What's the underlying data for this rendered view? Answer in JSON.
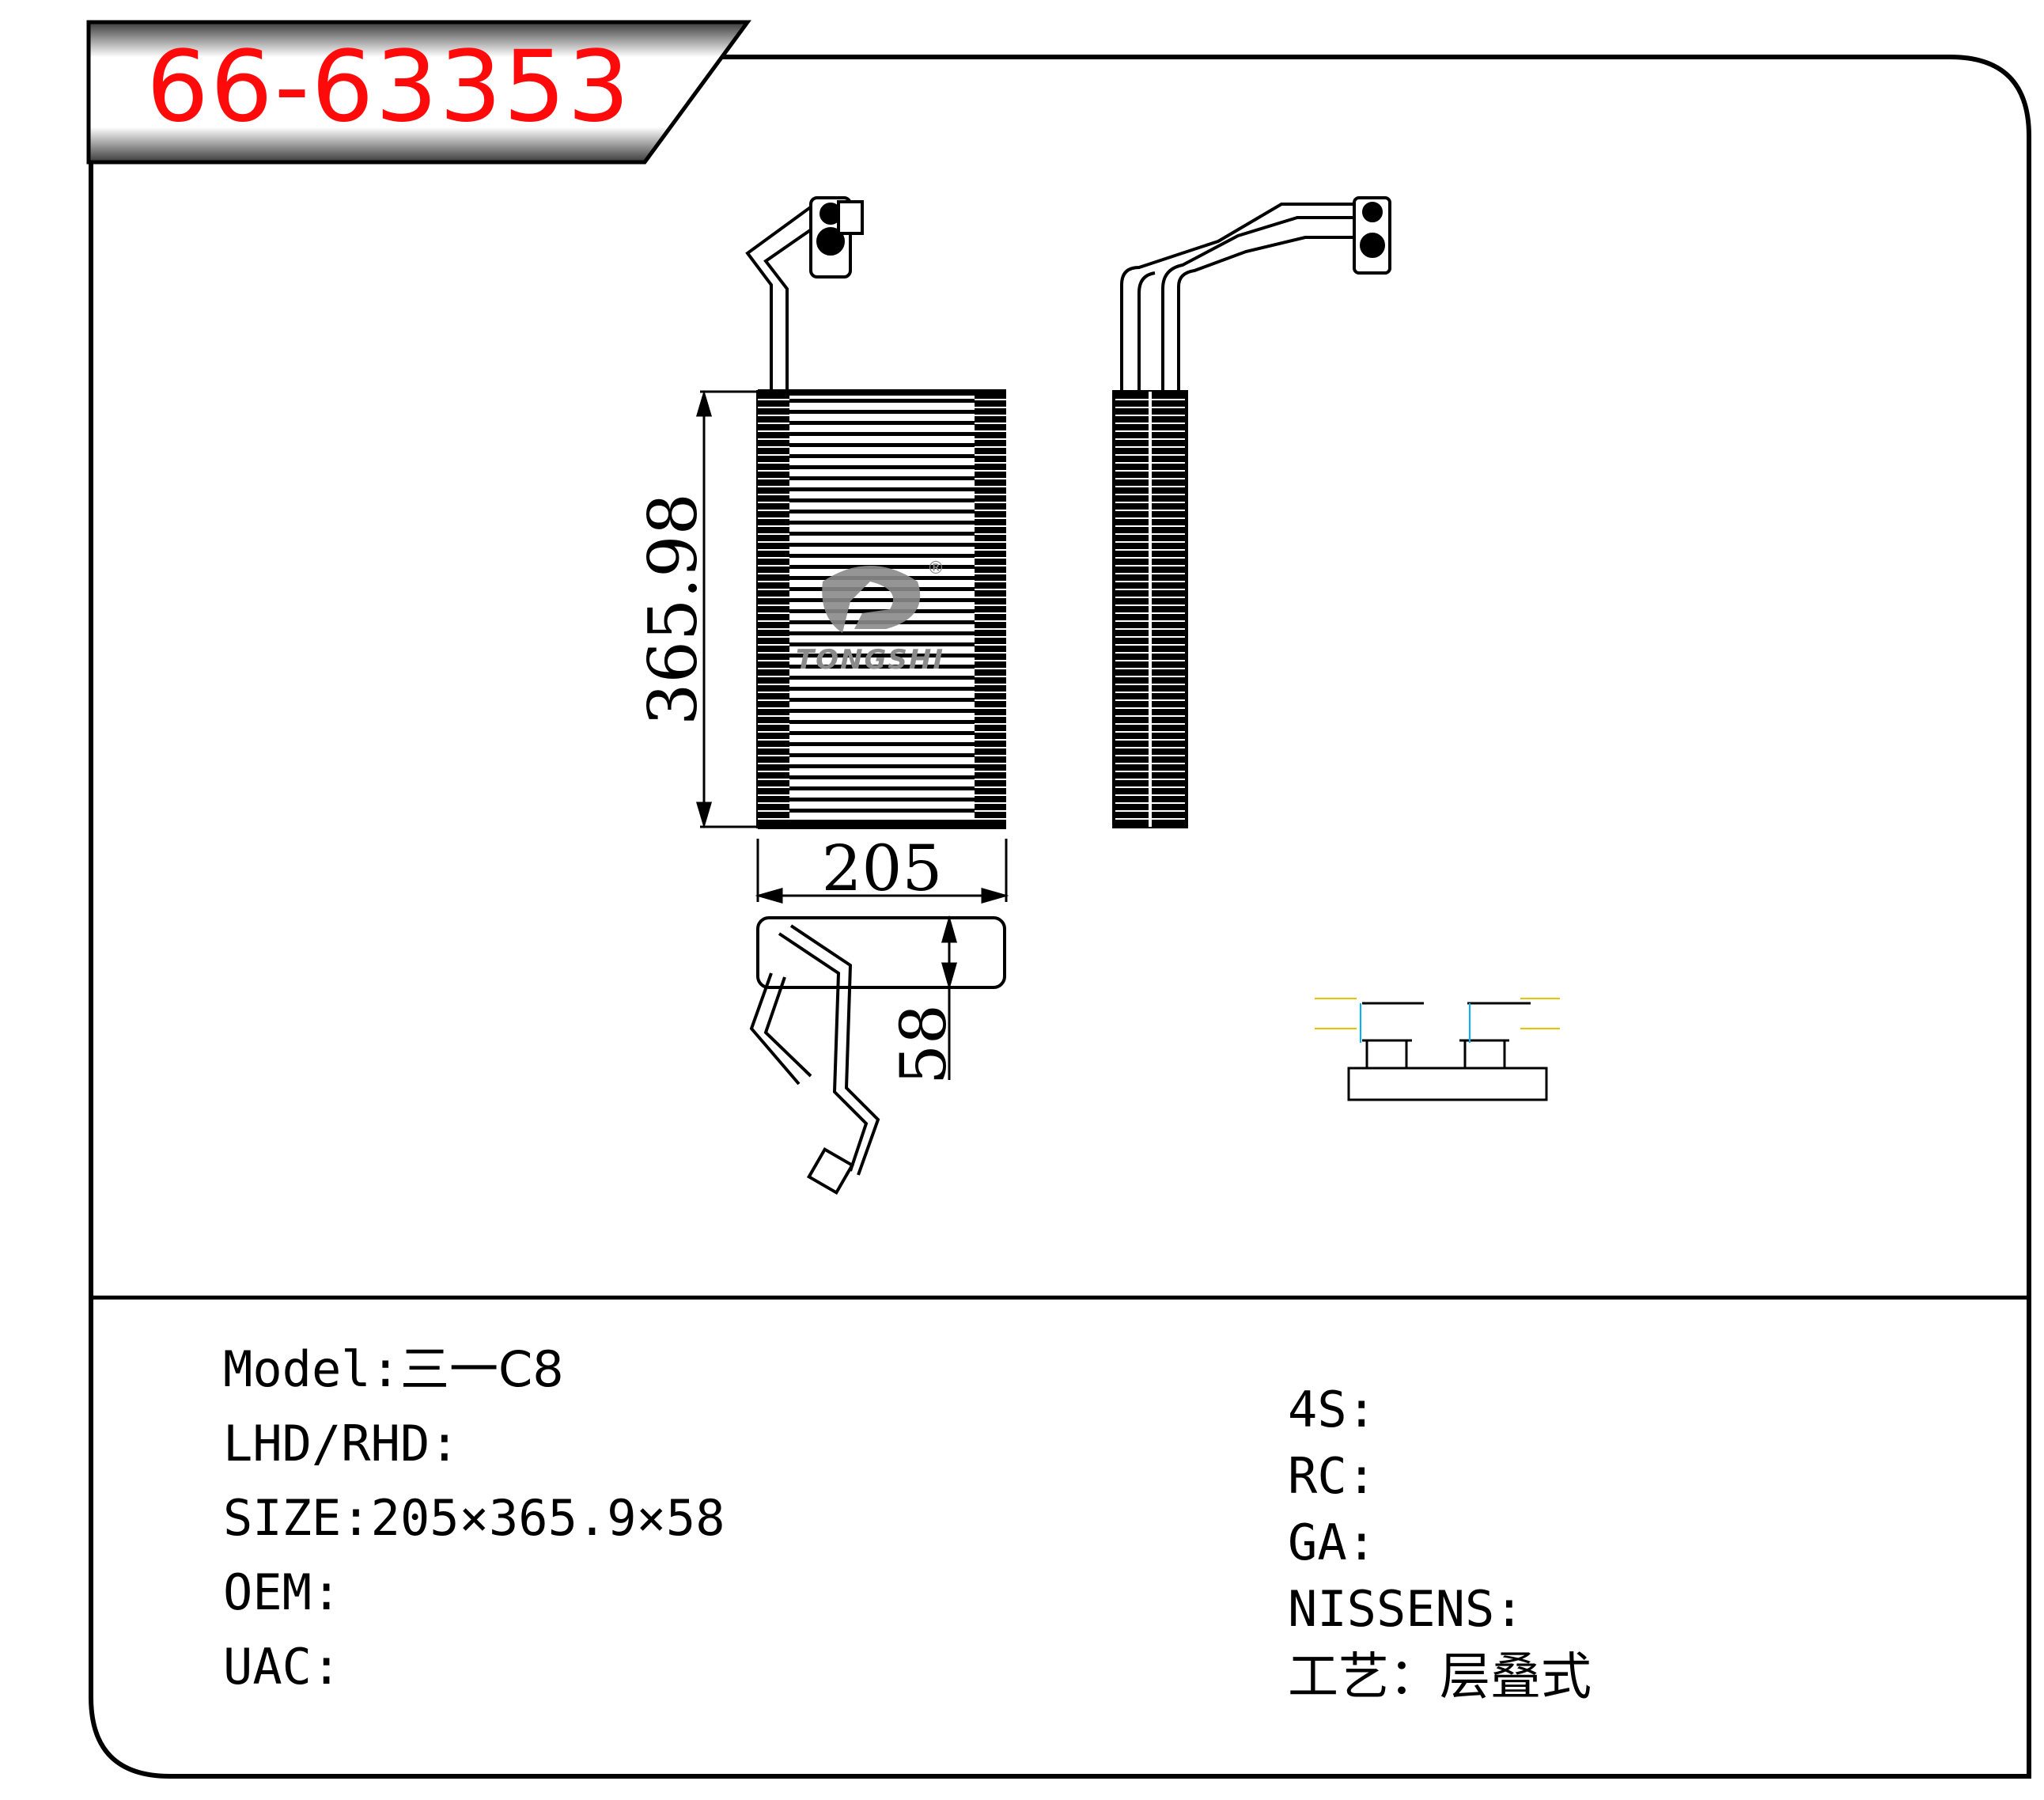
{
  "header": {
    "part_code": "66-63353"
  },
  "drawing": {
    "dim_height": "365.98",
    "dim_width": "205",
    "dim_depth": "58",
    "logo_text": "TONGSHI",
    "logo_mark": "®"
  },
  "specs_left": [
    {
      "label": "Model",
      "sep": ":",
      "value": "三一C8"
    },
    {
      "label": "LHD/RHD",
      "sep": ":",
      "value": ""
    },
    {
      "label": "SIZE",
      "sep": ":",
      "value": "205×365.9×58"
    },
    {
      "label": "OEM",
      "sep": ":",
      "value": ""
    },
    {
      "label": "UAC",
      "sep": ":",
      "value": ""
    }
  ],
  "specs_right": [
    {
      "label": "4S",
      "sep": ":",
      "value": ""
    },
    {
      "label": "RC",
      "sep": ":",
      "value": ""
    },
    {
      "label": "GA",
      "sep": ":",
      "value": ""
    },
    {
      "label": "NISSENS",
      "sep": ":",
      "value": ""
    },
    {
      "label": "工艺",
      "sep": "：",
      "value": "层叠式"
    }
  ],
  "colors": {
    "part_code": "#ff0a0a",
    "line": "#000000",
    "accent_cyan": "#00b4ff",
    "logo_gray": "#8a8a8a"
  }
}
